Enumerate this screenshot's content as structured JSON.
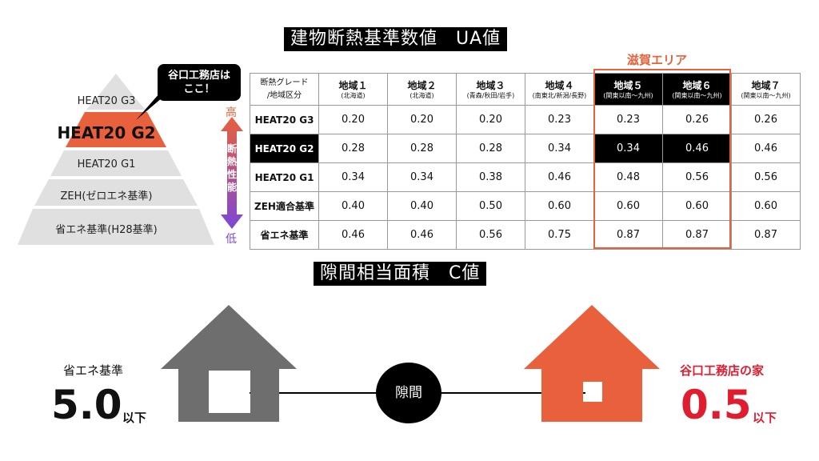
{
  "ua_section": {
    "title": "建物断熱基準数値　UA値",
    "shiga_area_label": "滋賀エリア"
  },
  "pyramid": {
    "levels": [
      "HEAT20 G3",
      "HEAT20 G2",
      "HEAT20 G1",
      "ZEH(ゼロエネ基準)",
      "省エネ基準(H28基準)"
    ],
    "highlight_color": "#e8603c",
    "base_color": "#e0e0e0"
  },
  "callout": {
    "line1": "谷口工務店は",
    "line2": "ここ！"
  },
  "arrow": {
    "high": "高",
    "low": "低",
    "text": "断熱性能",
    "top_color": "#e8603c",
    "bottom_color": "#7b47d8"
  },
  "table": {
    "corner_line1": "断熱グレード",
    "corner_line2": "/地域区分",
    "columns": [
      {
        "name": "地域１",
        "sub": "(北海道)"
      },
      {
        "name": "地域２",
        "sub": "(北海道)"
      },
      {
        "name": "地域３",
        "sub": "(青森/秋田/岩手)"
      },
      {
        "name": "地域４",
        "sub": "(南東北/新潟/長野)"
      },
      {
        "name": "地域５",
        "sub": "(関東以南〜九州)"
      },
      {
        "name": "地域６",
        "sub": "(関東以南〜九州)"
      },
      {
        "name": "地域７",
        "sub": "(関東以南〜九州)"
      }
    ],
    "rows": [
      {
        "label": "HEAT20 G3",
        "values": [
          "0.20",
          "0.20",
          "0.20",
          "0.23",
          "0.23",
          "0.26",
          "0.26"
        ]
      },
      {
        "label": "HEAT20 G2",
        "values": [
          "0.28",
          "0.28",
          "0.28",
          "0.34",
          "0.34",
          "0.46",
          "0.46"
        ]
      },
      {
        "label": "HEAT20 G1",
        "values": [
          "0.34",
          "0.34",
          "0.38",
          "0.46",
          "0.48",
          "0.56",
          "0.56"
        ]
      },
      {
        "label": "ZEH適合基準",
        "values": [
          "0.40",
          "0.40",
          "0.50",
          "0.60",
          "0.60",
          "0.60",
          "0.60"
        ]
      },
      {
        "label": "省エネ基準",
        "values": [
          "0.46",
          "0.46",
          "0.56",
          "0.75",
          "0.87",
          "0.87",
          "0.87"
        ]
      }
    ]
  },
  "c_section": {
    "title": "隙間相当面積　C値",
    "gap_label": "隙間",
    "standard": {
      "label": "省エネ基準",
      "value": "5.0",
      "unit": "以下",
      "color": "#6e6e6e"
    },
    "tanguchi": {
      "label": "谷口工務店の家",
      "value": "0.5",
      "unit": "以下",
      "color": "#e8603c",
      "text_color": "#e01c2f"
    }
  }
}
